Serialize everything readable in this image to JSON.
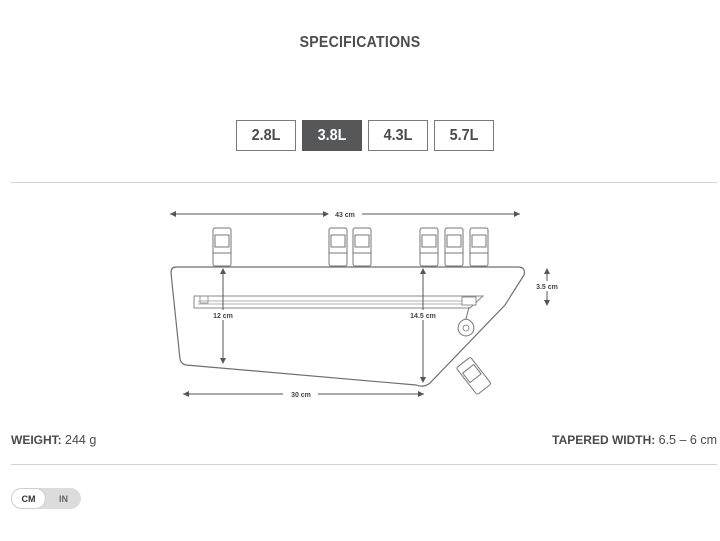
{
  "title": "SPECIFICATIONS",
  "sizes": [
    {
      "label": "2.8L",
      "active": false
    },
    {
      "label": "3.8L",
      "active": true
    },
    {
      "label": "4.3L",
      "active": false
    },
    {
      "label": "5.7L",
      "active": false
    }
  ],
  "diagram": {
    "length_top": "43 cm",
    "height_right": "3.5 cm",
    "height_left": "12 cm",
    "height_mid": "14.5 cm",
    "length_bottom": "30 cm"
  },
  "specs": {
    "weight_label": "WEIGHT:",
    "weight_value": "244 g",
    "tapered_label": "TAPERED WIDTH:",
    "tapered_value": "6.5 – 6 cm"
  },
  "units": {
    "cm": "CM",
    "in": "IN",
    "selected": "CM"
  },
  "colors": {
    "active_tab_bg": "#555759",
    "border": "#7a7a7a",
    "divider": "#d2d2d2"
  }
}
